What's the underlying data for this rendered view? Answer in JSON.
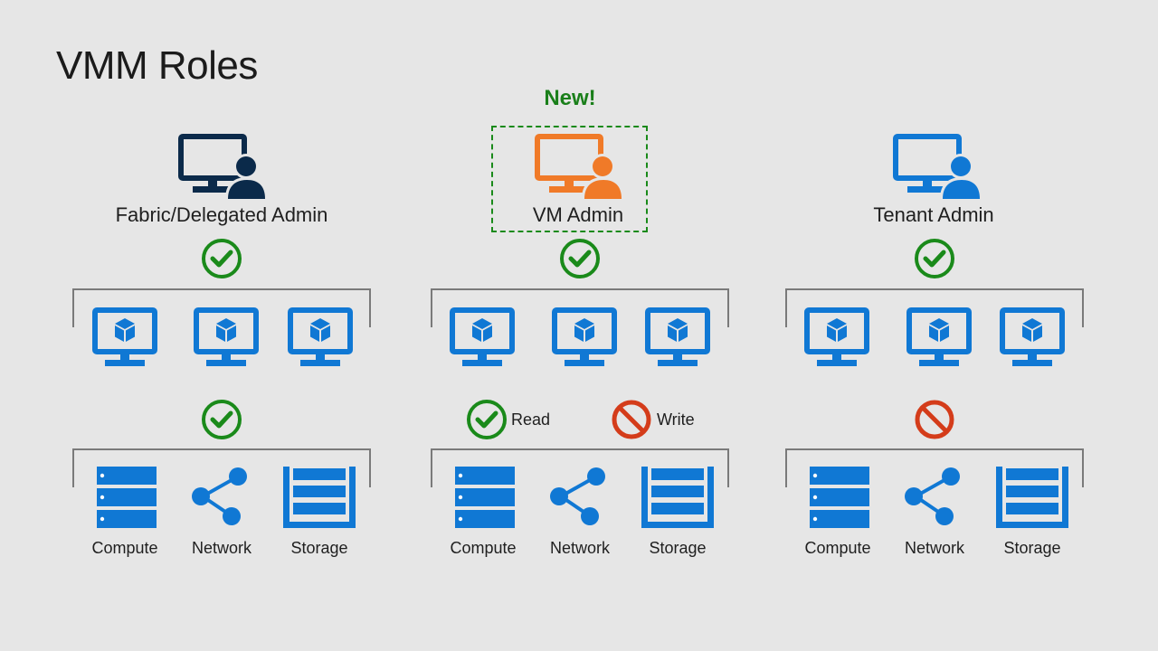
{
  "title": "VMM Roles",
  "new_badge": "New!",
  "colors": {
    "fabric_icon": "#0b2a4a",
    "vm_admin_icon": "#f07a28",
    "tenant_icon": "#1078d4",
    "resource_blue": "#1078d4",
    "allow_green": "#1a8a1a",
    "deny_red": "#d43c1a",
    "bracket_gray": "#7a7a7a",
    "background": "#e6e6e6"
  },
  "roles": [
    {
      "name": "Fabric/Delegated Admin",
      "icon": "monitor-user-icon",
      "vm_access": "check-icon",
      "resources_access": [
        {
          "icon": "check-icon",
          "label": ""
        }
      ],
      "resources": [
        "Compute",
        "Network",
        "Storage"
      ]
    },
    {
      "name": "VM Admin",
      "icon": "monitor-user-icon",
      "vm_access": "check-icon",
      "resources_access": [
        {
          "icon": "check-icon",
          "label": "Read"
        },
        {
          "icon": "no-entry-icon",
          "label": "Write"
        }
      ],
      "resources": [
        "Compute",
        "Network",
        "Storage"
      ]
    },
    {
      "name": "Tenant Admin",
      "icon": "monitor-user-icon",
      "vm_access": "check-icon",
      "resources_access": [
        {
          "icon": "no-entry-icon",
          "label": ""
        }
      ],
      "resources": [
        "Compute",
        "Network",
        "Storage"
      ]
    }
  ]
}
